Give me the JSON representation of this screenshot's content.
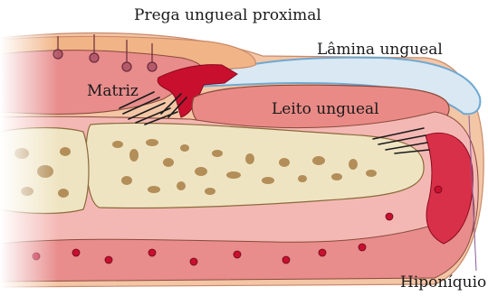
{
  "labels": {
    "proximal_fold": "Prega ungueal proximal",
    "nail_plate": "Lâmina ungueal",
    "matrix": "Matriz",
    "nail_bed": "Leito ungueal",
    "hyponychium": "Hiponíquio"
  },
  "colors": {
    "skin_outer": "#f3c6a6",
    "dermis": "#e88c8c",
    "dermis_light": "#f4b8b4",
    "matrix": "#c8102e",
    "blood": "#d9304a",
    "nail_plate": "#d9e8f2",
    "nail_edge": "#6fa8d0",
    "bone": "#efe4c2",
    "bone_spots": "#b38e58",
    "outline": "#8a4a3a"
  }
}
